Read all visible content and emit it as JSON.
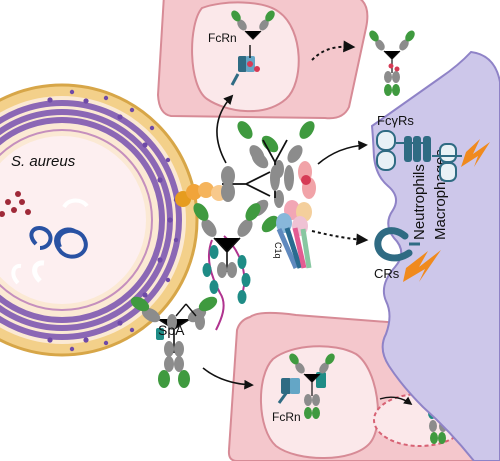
{
  "labels": {
    "bacterium": "S. aureus",
    "spa": "SpA",
    "fcrn_top": "FcRn",
    "fcrn_bottom": "FcRn",
    "fcgr": "FcγRs",
    "crs": "CRs",
    "c1q": "C1q",
    "neutrophils": "Neutrophils",
    "macrophages": "Macrophages"
  },
  "colors": {
    "cell_fill": "#f4c7cc",
    "cell_stroke": "#d78b96",
    "vesicle_fill": "#fbe8ea",
    "immune_fill": "#cdc7ea",
    "immune_stroke": "#8f83c7",
    "receptor": "#2f6b83",
    "lightning": "#f08a1e",
    "heavy_chain": "#8c8c8c",
    "fab_green": "#3f9a3f",
    "spa_teal": "#1f8c86",
    "spa_link": "#b0338f",
    "bacteria_outer": "#e6c06a",
    "bacteria_wall": "#8b67b5"
  }
}
